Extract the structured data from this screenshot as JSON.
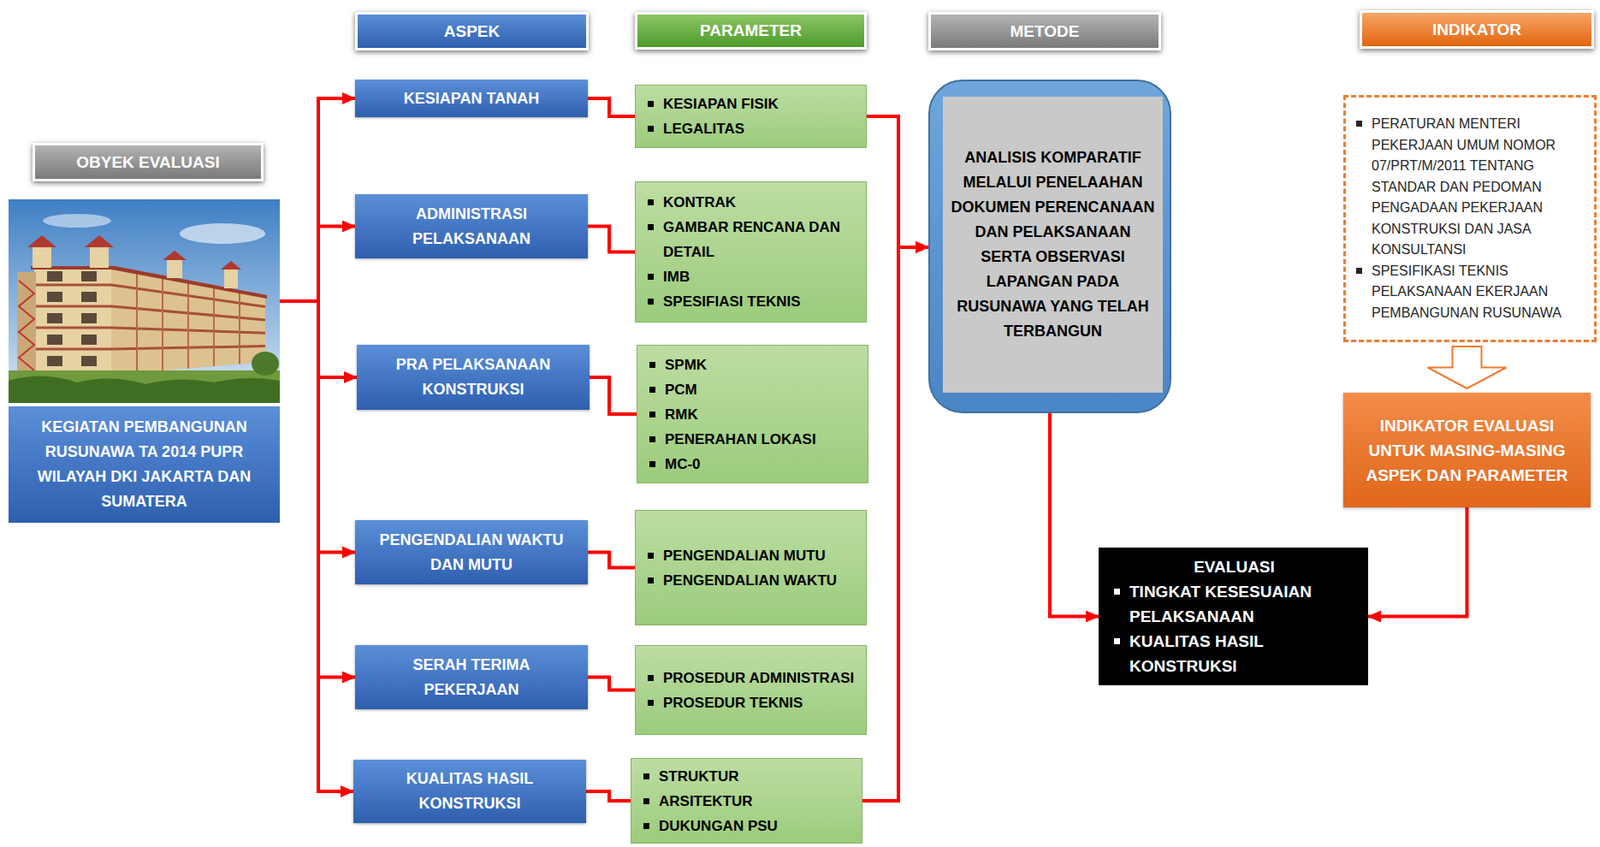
{
  "diagram": {
    "nodes": [
      {
        "text": [
          "ASPEK"
        ]
      },
      {
        "text": [
          "PARAMETER"
        ]
      },
      {
        "text": [
          "METODE"
        ]
      },
      {
        "text": [
          "INDIKATOR"
        ]
      },
      {
        "text": [
          "OBYEK EVALUASI"
        ]
      },
      {
        "text": [
          "KEGIATAN PEMBANGUNAN RUSUNAWA TA 2014 PUPR WILAYAH DKI JAKARTA DAN SUMATERA"
        ]
      },
      {
        "text": [
          "KESIAPAN TANAH"
        ]
      },
      {
        "text": [
          "ADMINISTRASI PELAKSANAAN"
        ]
      },
      {
        "text": [
          "PRA PELAKSANAAN KONSTRUKSI"
        ]
      },
      {
        "text": [
          "PENGENDALIAN WAKTU DAN MUTU"
        ]
      },
      {
        "text": [
          "SERAH TERIMA PEKERJAAN"
        ]
      },
      {
        "text": [
          "KUALITAS HASIL KONSTRUKSI"
        ]
      },
      {
        "text": [
          "KESIAPAN FISIK",
          "LEGALITAS"
        ]
      },
      {
        "text": [
          "KONTRAK",
          "GAMBAR RENCANA DAN DETAIL",
          "IMB",
          "SPESIFIASI TEKNIS"
        ]
      },
      {
        "text": [
          "SPMK",
          "PCM",
          "RMK",
          "PENERAHAN LOKASI",
          "MC-0"
        ]
      },
      {
        "text": [
          "PENGENDALIAN MUTU",
          "PENGENDALIAN WAKTU"
        ]
      },
      {
        "text": [
          "PROSEDUR ADMINISTRASI",
          "PROSEDUR TEKNIS"
        ]
      },
      {
        "text": [
          "STRUKTUR",
          "ARSITEKTUR",
          "DUKUNGAN PSU"
        ]
      },
      {
        "text": [
          "ANALISIS KOMPARATIF MELALUI PENELAAHAN DOKUMEN PERENCANAAN DAN PELAKSANAAN SERTA OBSERVASI LAPANGAN PADA RUSUNAWA YANG TELAH TERBANGUN"
        ]
      },
      {
        "text": [
          "PERATURAN MENTERI PEKERJAAN UMUM NOMOR 07/PRT/M/2011 TENTANG STANDAR DAN PEDOMAN PENGADAAN PEKERJAAN KONSTRUKSI DAN JASA KONSULTANSI",
          "SPESIFIKASI TEKNIS PELAKSANAAN EKERJAAN PEMBANGUNAN RUSUNAWA"
        ]
      },
      {
        "text": [
          "INDIKATOR EVALUASI UNTUK MASING-MASING ASPEK DAN PARAMETER"
        ]
      },
      {
        "text": [
          "EVALUASI",
          "TINGKAT KESESUAIAN PELAKSANAAN",
          "KUALITAS HASIL KONSTRUKSI"
        ]
      }
    ],
    "edges": [
      {
        "from": 5,
        "to": 6,
        "arrow": "to"
      },
      {
        "from": 5,
        "to": 7,
        "arrow": "to"
      },
      {
        "from": 5,
        "to": 8,
        "arrow": "to"
      },
      {
        "from": 5,
        "to": 9,
        "arrow": "to"
      },
      {
        "from": 5,
        "to": 10,
        "arrow": "to"
      },
      {
        "from": 5,
        "to": 11,
        "arrow": "to"
      },
      {
        "from": 6,
        "to": 12,
        "arrow": "none"
      },
      {
        "from": 7,
        "to": 13,
        "arrow": "none"
      },
      {
        "from": 8,
        "to": 14,
        "arrow": "none"
      },
      {
        "from": 9,
        "to": 15,
        "arrow": "none"
      },
      {
        "from": 10,
        "to": 16,
        "arrow": "none"
      },
      {
        "from": 11,
        "to": 17,
        "arrow": "none"
      },
      {
        "from": 12,
        "to": 18,
        "arrow": "to"
      },
      {
        "from": 17,
        "to": 18,
        "arrow": "to"
      },
      {
        "from": 18,
        "to": 21,
        "arrow": "to"
      },
      {
        "from": 20,
        "to": 21,
        "arrow": "to"
      },
      {
        "from": 19,
        "to": 20,
        "arrow": "to"
      }
    ]
  }
}
